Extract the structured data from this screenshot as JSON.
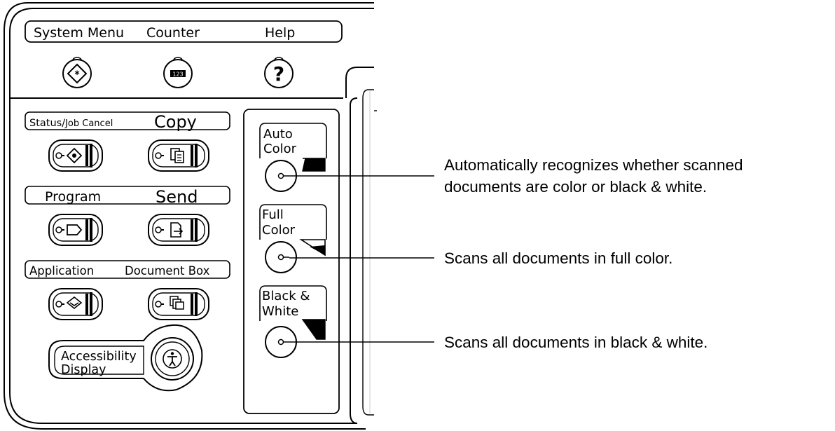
{
  "top_strip": {
    "labels": [
      "System Menu",
      "Counter",
      "Help"
    ],
    "counter_icon_text": "123",
    "help_icon_text": "?"
  },
  "left_grid": {
    "labels": {
      "status_job_cancel_a": "Status/",
      "status_job_cancel_b": "Job Cancel",
      "copy": "Copy",
      "program": "Program",
      "send": "Send",
      "application": "Application",
      "document_box": "Document Box"
    },
    "button_icons": [
      "status-job-cancel-icon",
      "copy-icon",
      "program-icon",
      "send-icon",
      "application-icon",
      "document-box-icon"
    ]
  },
  "accessibility": {
    "line1": "Accessibility",
    "line2": "Display",
    "icon": "accessibility-person-icon"
  },
  "color_mode_keys": [
    {
      "line1": "Auto",
      "line2": "Color",
      "indicator": "auto-color-indicator"
    },
    {
      "line1": "Full",
      "line2": "Color",
      "indicator": "full-color-indicator"
    },
    {
      "line1": "Black &",
      "line2": "White",
      "indicator": "black-white-indicator"
    }
  ],
  "annotations": {
    "auto_color_line1": "Automatically recognizes whether scanned",
    "auto_color_line2": "documents are color or black & white.",
    "full_color": "Scans all documents in full color.",
    "black_white": "Scans all documents in black & white."
  },
  "colors": {
    "line": "#000000",
    "background": "#ffffff",
    "screen_edge": "#cccccc"
  }
}
